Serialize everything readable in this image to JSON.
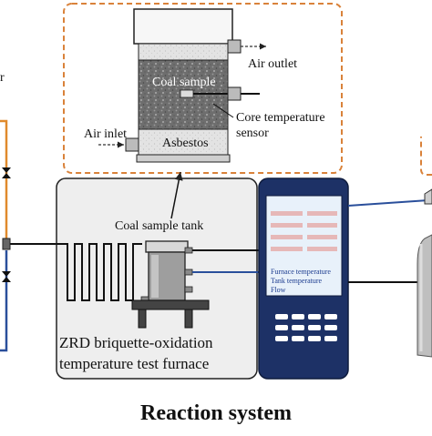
{
  "labels": {
    "air_outlet": "Air outlet",
    "coal_sample": "Coal sample",
    "core_temp_line1": "Core temperature",
    "core_temp_line2": "sensor",
    "air_inlet": "Air inlet",
    "asbestos": "Asbestos",
    "coal_sample_tank": "Coal sample tank",
    "furnace_line1": "ZRD briquette-oxidation",
    "furnace_line2": "temperature test furnace",
    "left_edge_fragment": "r"
  },
  "screen": {
    "readout_1": "Furnace temperature",
    "readout_2": "Tank temperature",
    "readout_3": "Flow"
  },
  "title": "Reaction system",
  "colors": {
    "dashed_border": "#d9823a",
    "controller_body": "#1d3166",
    "screen": "#e8f1fa",
    "screen_text": "#1b3b8f",
    "furnace_fill": "#eeeeee",
    "coal_fill": "#6b6b6b",
    "pipe_orange": "#e08a2c",
    "pipe_blue": "#2a4f9b"
  },
  "icons": {
    "valve": "bowtie-valve-icon",
    "keypad": "keypad-icon"
  }
}
